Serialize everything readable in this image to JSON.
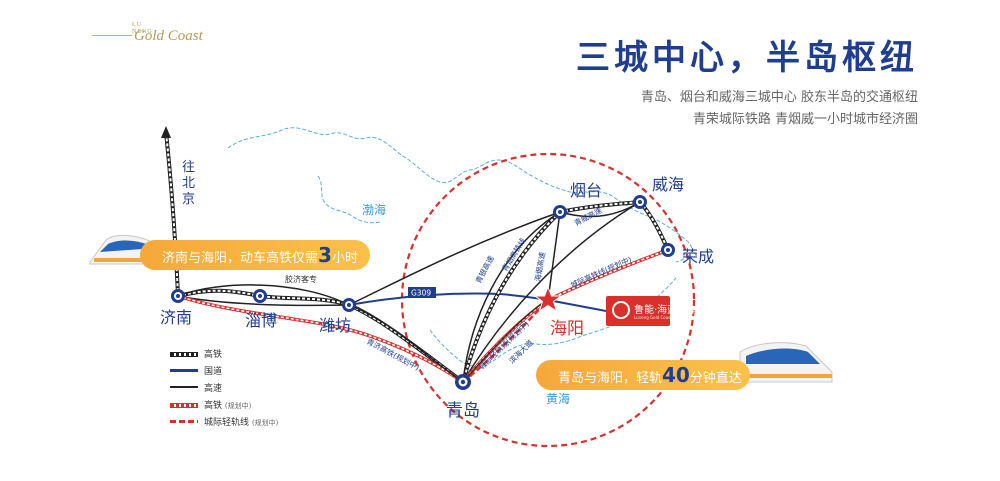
{
  "brand": {
    "sub_line_1": "LU",
    "sub_line_2": "NENG",
    "name": "Gold Coast"
  },
  "header": {
    "title": "三城中心，半岛枢纽",
    "subtitle_1": "青岛、烟台和威海三城中心 胶东半岛的交通枢纽",
    "subtitle_2": "青荣城际铁路 青烟威一小时城市经济圈"
  },
  "cities": {
    "jinan": "济南",
    "zibo": "淄博",
    "weifang": "潍坊",
    "qingdao": "青岛",
    "yantai": "烟台",
    "weihai": "威海",
    "rongcheng": "荣成",
    "haiyang": "海阳"
  },
  "seas": {
    "bohai": "渤海",
    "huanghai": "黄海"
  },
  "to_beijing": [
    "往",
    "北",
    "京"
  ],
  "route_labels": {
    "g309": "G309",
    "jiaoji": "胶济客专",
    "qingji": "青济高铁(规划中)",
    "qingyin": "青银高速",
    "qingyan_hsr": "青烟高铁线",
    "qingwei": "青威高速",
    "haiyan": "海烟高速",
    "chengji": "城际高铁线(规划中)",
    "qingdao_light": "城际轻轨线(规划中)",
    "binhai": "滨海大道"
  },
  "banners": {
    "jinan_pre": "济南与海阳，动车高铁仅需",
    "jinan_num": "3",
    "jinan_post": "小时",
    "qingdao_pre": "青岛与海阳，轻轨",
    "qingdao_num": "40",
    "qingdao_post": "分钟直达"
  },
  "badge": {
    "text": "鲁能·海蓝金岸",
    "small": "Luneng Gold Coast"
  },
  "legend": [
    {
      "key": "hsr",
      "label": "高铁",
      "note": ""
    },
    {
      "key": "nat",
      "label": "国道",
      "note": ""
    },
    {
      "key": "exp",
      "label": "高速",
      "note": ""
    },
    {
      "key": "hsr-plan",
      "label": "高铁",
      "note": "(规划中)"
    },
    {
      "key": "light",
      "label": "城际轻轨线",
      "note": "(规划中)"
    }
  ],
  "colors": {
    "primary": "#1f3e8f",
    "accent_red": "#d9302c",
    "banner_orange": "#f6a83a",
    "coast": "#5aaee0"
  },
  "icons": {
    "haiyang_marker": "star-icon",
    "station": "station-dot-icon",
    "north_arrow": "arrow-up-icon"
  }
}
